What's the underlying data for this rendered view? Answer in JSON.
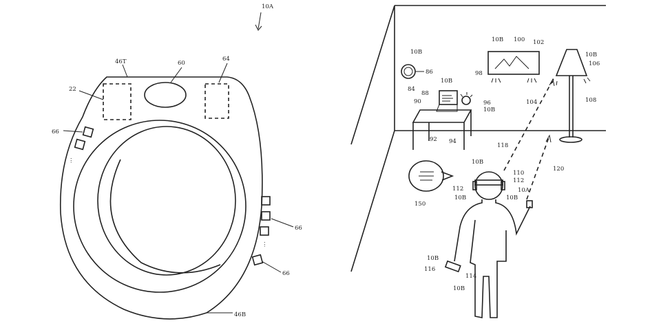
{
  "left_figure": {
    "labels": [
      "10A",
      "46T",
      "60",
      "64",
      "22",
      "66",
      "66",
      "66",
      "46B"
    ]
  },
  "right_figure": {
    "labels": [
      "10B",
      "86",
      "84",
      "10B",
      "88",
      "90",
      "98",
      "96",
      "10B",
      "92",
      "94",
      "10B",
      "100",
      "102",
      "104",
      "10B",
      "106",
      "108",
      "118",
      "120",
      "10B",
      "110",
      "112",
      "112",
      "10B",
      "10B",
      "10A",
      "150",
      "10B",
      "116",
      "114",
      "10B"
    ]
  }
}
